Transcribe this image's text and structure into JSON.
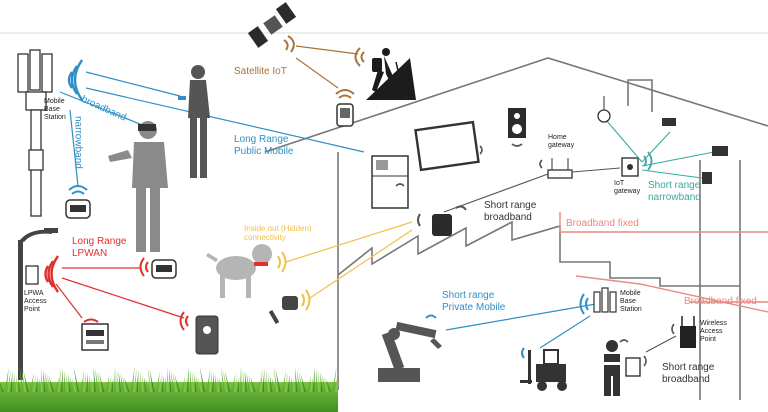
{
  "colors": {
    "blue": "#2f8fc7",
    "red": "#e0302c",
    "orange_brown": "#a8743a",
    "yellow": "#f2c04a",
    "teal": "#3aa9a0",
    "salmon": "#e88a80",
    "outline": "#555555",
    "grass": "#4fa62b"
  },
  "labels": {
    "satellite_iot": "Satellite IoT",
    "mobile_base_station": "Mobile\nBase\nStation",
    "broadband": "broadband",
    "narrowband": "narrowband",
    "long_range_public_mobile": "Long Range\nPublic Mobile",
    "home_gateway": "Home\ngateway",
    "iot_gateway": "IoT\ngateway",
    "short_range_narrowband": "Short range\nnarrowband",
    "short_range_broadband_top": "Short range\nbroadband",
    "broadband_fixed_top": "Broadband fixed",
    "inside_out": "Inside out (Hidden)\nconnectivity",
    "long_range_lpwan": "Long Range\nLPWAN",
    "lpwa_access_point": "LPWA\nAccess\nPoint",
    "short_range_private_mobile": "Short range\nPrivate Mobile",
    "mobile_base_station_2": "Mobile\nBase\nStation",
    "broadband_fixed_bottom": "Broadband fixed",
    "wireless_access_point": "Wireless\nAccess\nPoint",
    "short_range_broadband_bottom": "Short range\nbroadband"
  },
  "icons": [
    "satellite-icon",
    "hiker-icon",
    "wearable-tracker-icon",
    "cell-tower-icon",
    "person-phone-icon",
    "vr-user-icon",
    "water-meter-icon",
    "street-lamp-icon",
    "lpwa-access-point-icon",
    "electricity-meter-icon",
    "sensor-device-icon",
    "dog-icon",
    "key-tag-icon",
    "house-outline-icon",
    "fridge-icon",
    "tv-icon",
    "speaker-icon",
    "smart-hub-icon",
    "home-gateway-router-icon",
    "iot-gateway-icon",
    "bulb-icon",
    "security-camera-icon",
    "thermostat-icon",
    "small-sensor-icon",
    "robot-arm-icon",
    "forklift-icon",
    "worker-icon",
    "tablet-icon",
    "private-base-station-icon",
    "wireless-access-point-icon",
    "grass-icon"
  ]
}
